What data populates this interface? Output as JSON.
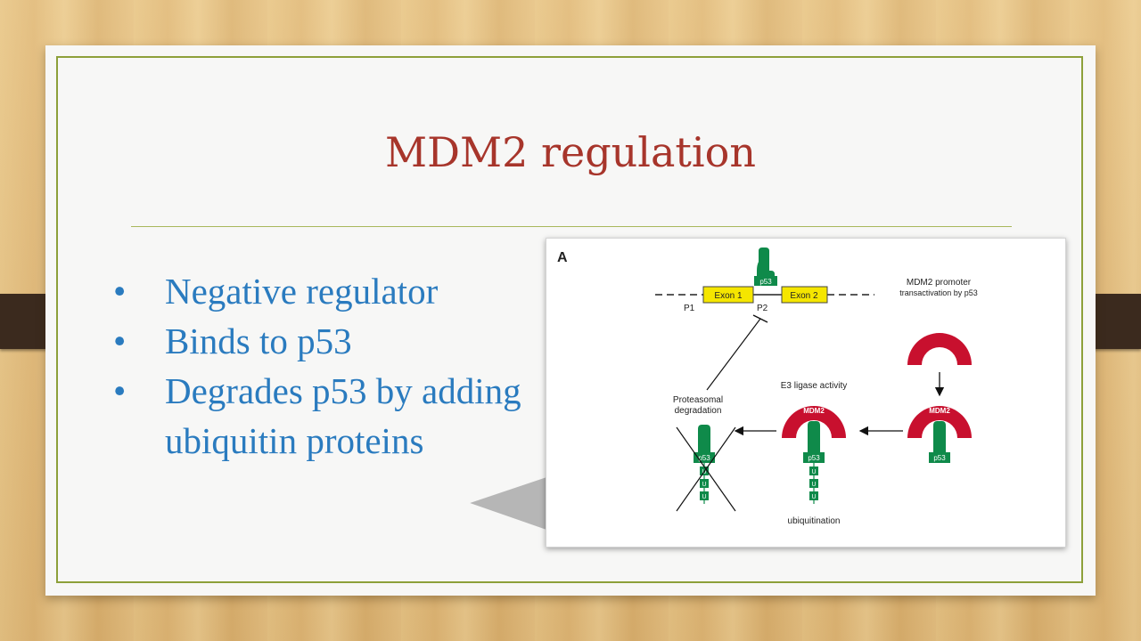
{
  "slide": {
    "title": "MDM2 regulation",
    "bullets": [
      "Negative regulator",
      "Binds to p53",
      "Degrades p53 by adding ubiquitin proteins"
    ]
  },
  "figure": {
    "panel_label": "A",
    "promoter_labels": {
      "p1": "P1",
      "p2": "P2"
    },
    "exon1": "Exon 1",
    "exon2": "Exon 2",
    "p53": "p53",
    "mdm2": "MDM2",
    "ubiquitin": "U",
    "mdm2_promoter_line1": "MDM2 promoter",
    "mdm2_promoter_line2": "transactivation by p53",
    "e3_ligase": "E3 ligase activity",
    "proteasomal_line1": "Proteasomal",
    "proteasomal_line2": "degradation",
    "ubiquitination": "ubiquitination"
  },
  "colors": {
    "title": "#a7352b",
    "bullet_text": "#2a7bbf",
    "frame": "#8da03a",
    "mdm2_red": "#c8102e",
    "p53_green": "#0f8a4a",
    "exon_yellow": "#f5e600"
  }
}
